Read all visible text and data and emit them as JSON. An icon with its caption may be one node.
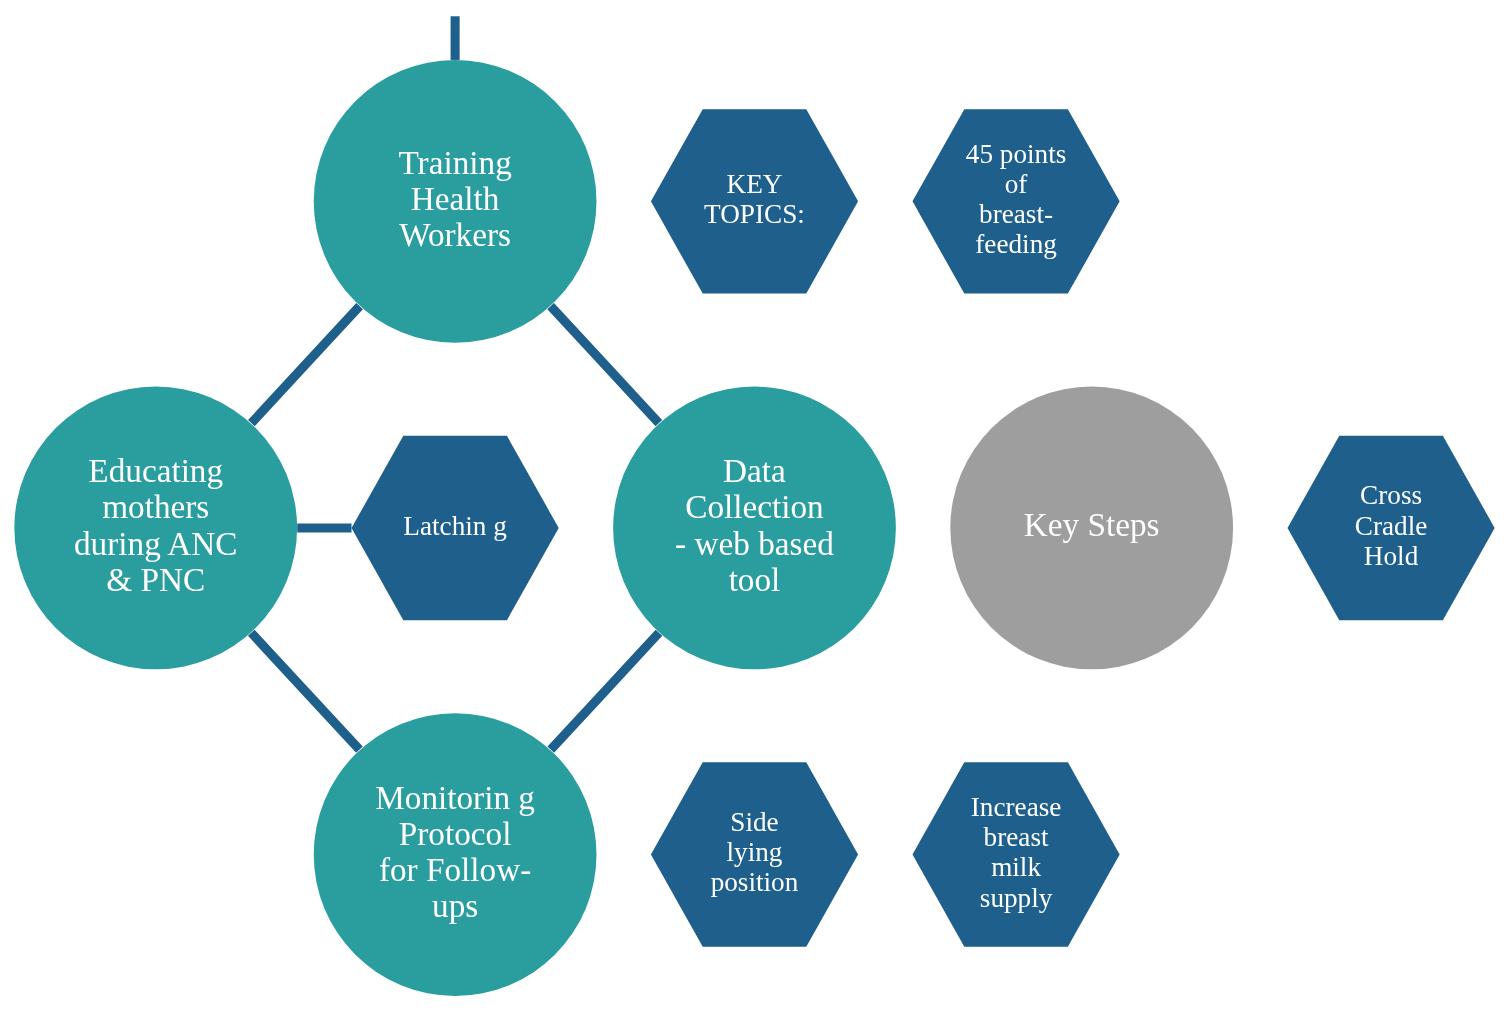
{
  "diagram": {
    "nodes": [
      {
        "text": [
          "Training Health Workers"
        ]
      },
      {
        "text": [
          "Data Collection - web based tool"
        ]
      },
      {
        "text": [
          "Key Steps"
        ]
      },
      {
        "text": [
          "Educating mothers during ANC & PNC"
        ]
      },
      {
        "text": [
          "Monitorin g Protocol for Follow- ups"
        ]
      },
      {
        "text": [
          "KEY TOPICS:"
        ]
      },
      {
        "text": [
          "45 points of breast- feeding"
        ]
      },
      {
        "text": [
          "Latchin g"
        ]
      },
      {
        "text": [
          "Cross Cradle Hold"
        ]
      },
      {
        "text": [
          "Side lying position"
        ]
      },
      {
        "text": [
          "Increase breast milk supply"
        ]
      }
    ],
    "edges": [
      {
        "from": null,
        "to": 0,
        "arrow": "none"
      },
      {
        "from": 0,
        "to": 3,
        "arrow": "none"
      },
      {
        "from": 3,
        "to": 4,
        "arrow": "none"
      },
      {
        "from": 4,
        "to": 1,
        "arrow": "none"
      },
      {
        "from": 1,
        "to": 0,
        "arrow": "none"
      },
      {
        "from": 3,
        "to": 7,
        "arrow": "none"
      }
    ]
  }
}
